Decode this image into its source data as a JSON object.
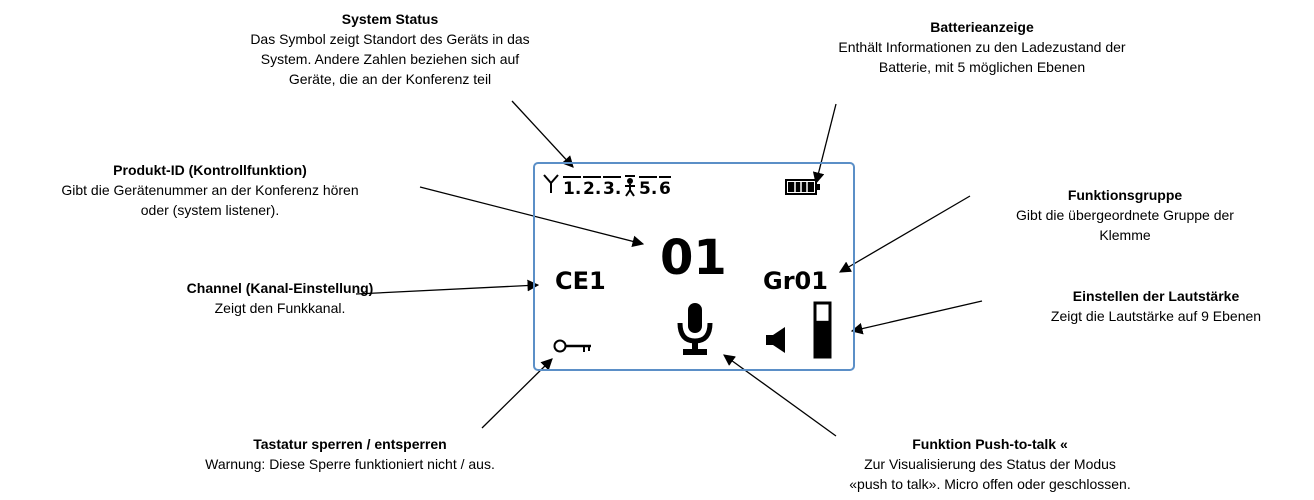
{
  "callouts": {
    "system_status": {
      "title": "System Status",
      "lines": [
        "Das Symbol zeigt Standort des Geräts in das",
        "System. Andere Zahlen beziehen sich auf",
        "Geräte, die an der Konferenz teil"
      ]
    },
    "battery": {
      "title": "Batterieanzeige",
      "lines": [
        "Enthält Informationen zu den Ladezustand der",
        "Batterie, mit 5 möglichen Ebenen"
      ]
    },
    "product_id": {
      "title": "Produkt-ID (Kontrollfunktion)",
      "lines": [
        "Gibt die Gerätenummer an der Konferenz hören",
        "oder (system listener)."
      ]
    },
    "function_group": {
      "title": "Funktionsgruppe",
      "lines": [
        "Gibt die übergeordnete Gruppe der",
        "Klemme"
      ]
    },
    "channel": {
      "title": "Channel (Kanal-Einstellung)",
      "lines": [
        "Zeigt den Funkkanal."
      ]
    },
    "volume": {
      "title": "Einstellen der Lautstärke",
      "lines": [
        "Zeigt die Lautstärke auf 9 Ebenen"
      ]
    },
    "keylock": {
      "title": "Tastatur sperren / entsperren",
      "lines": [
        "Warnung: Diese Sperre funktioniert nicht / aus."
      ]
    },
    "push_to_talk": {
      "title": "Funktion Push-to-talk «",
      "lines": [
        "Zur Visualisierung des Status der Modus",
        "«push to talk». Micro offen oder geschlossen."
      ]
    }
  },
  "screen": {
    "status_numbers": [
      "1.",
      "2.",
      "3.",
      "5.",
      "6"
    ],
    "product_id": "01",
    "channel": "CE1",
    "group": "Gr01",
    "battery_level": 1.0,
    "volume_level": 0.67
  },
  "colors": {
    "screen_border": "#5b8fc7",
    "ink": "#000000",
    "background": "#ffffff"
  }
}
